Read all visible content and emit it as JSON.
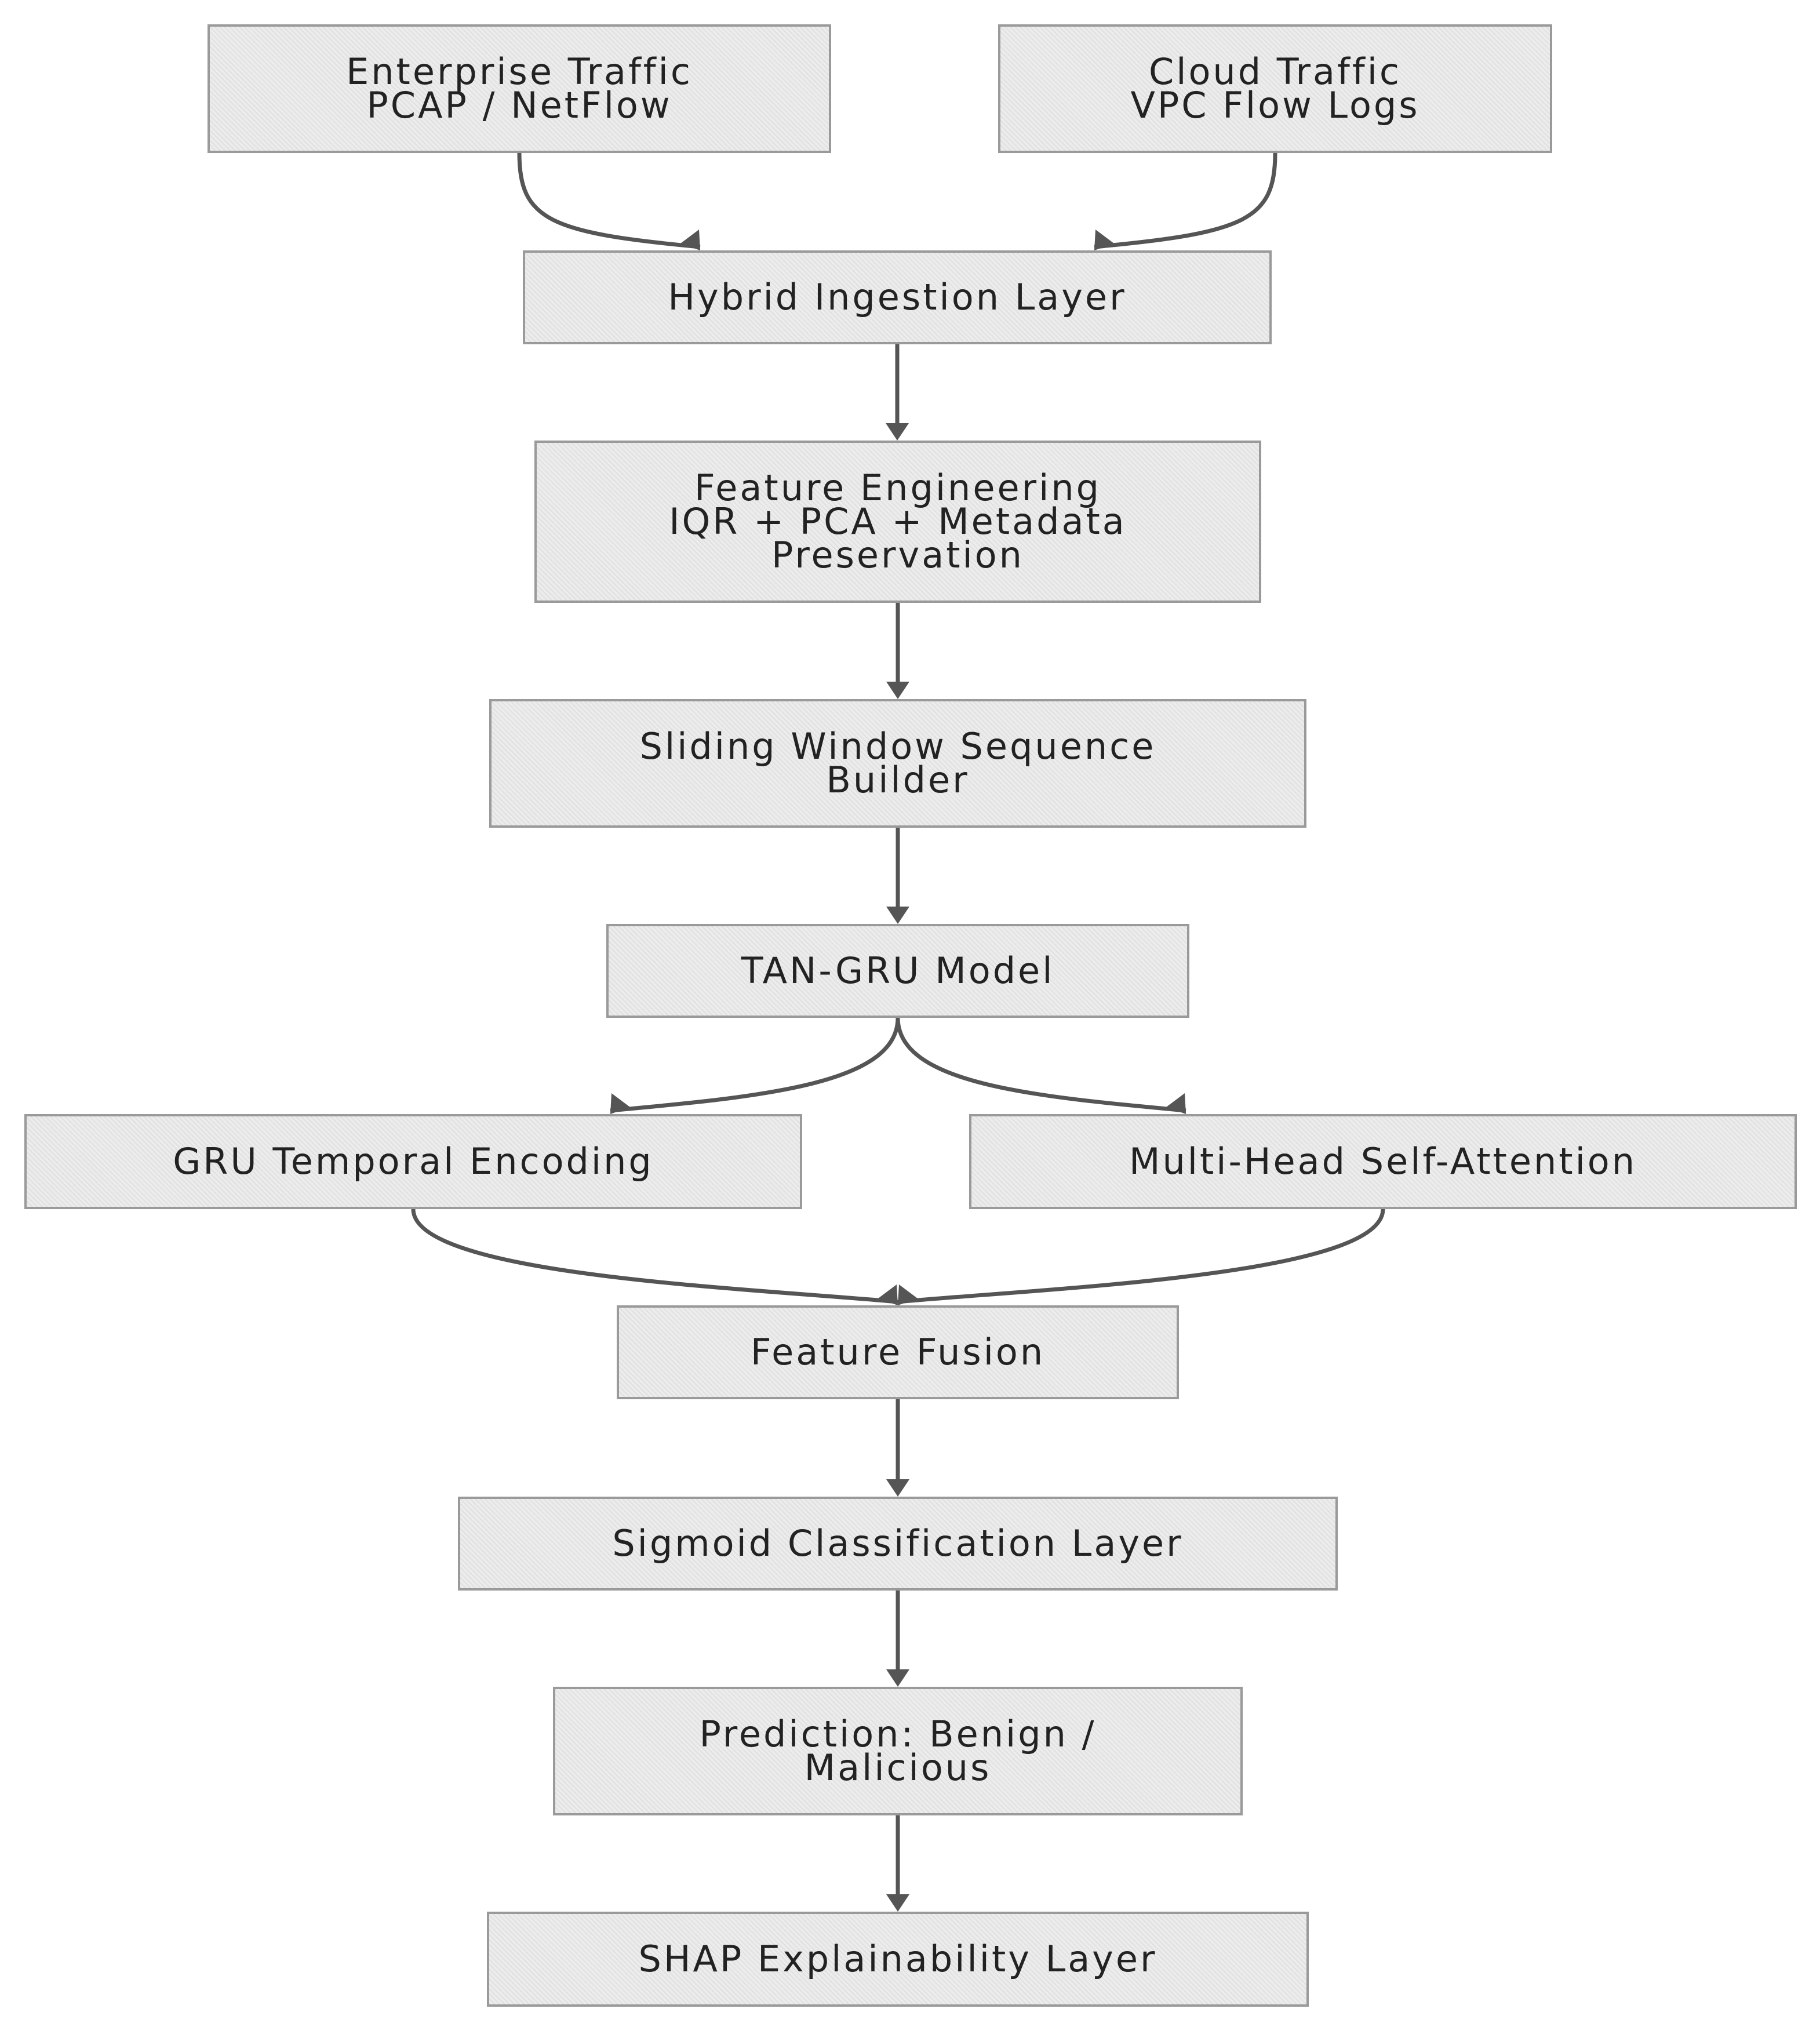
{
  "nodes": {
    "enterprise": {
      "lines": [
        "Enterprise Traffic",
        "PCAP / NetFlow"
      ]
    },
    "cloud": {
      "lines": [
        "Cloud Traffic",
        "VPC Flow Logs"
      ]
    },
    "ingestion": {
      "lines": [
        "Hybrid Ingestion Layer"
      ]
    },
    "feature_engineering": {
      "lines": [
        "Feature Engineering",
        "IQR + PCA + Metadata",
        "Preservation"
      ]
    },
    "sliding_window": {
      "lines": [
        "Sliding Window Sequence",
        "Builder"
      ]
    },
    "tan_gru": {
      "lines": [
        "TAN-GRU Model"
      ]
    },
    "gru_encoding": {
      "lines": [
        "GRU Temporal Encoding"
      ]
    },
    "attention": {
      "lines": [
        "Multi-Head Self-Attention"
      ]
    },
    "fusion": {
      "lines": [
        "Feature Fusion"
      ]
    },
    "sigmoid": {
      "lines": [
        "Sigmoid Classification Layer"
      ]
    },
    "prediction": {
      "lines": [
        "Prediction: Benign /",
        "Malicious"
      ]
    },
    "shap": {
      "lines": [
        "SHAP Explainability Layer"
      ]
    }
  },
  "edges": [
    {
      "from": "enterprise",
      "to": "ingestion"
    },
    {
      "from": "cloud",
      "to": "ingestion"
    },
    {
      "from": "ingestion",
      "to": "feature_engineering"
    },
    {
      "from": "feature_engineering",
      "to": "sliding_window"
    },
    {
      "from": "sliding_window",
      "to": "tan_gru"
    },
    {
      "from": "tan_gru",
      "to": "gru_encoding"
    },
    {
      "from": "tan_gru",
      "to": "attention"
    },
    {
      "from": "gru_encoding",
      "to": "fusion"
    },
    {
      "from": "attention",
      "to": "fusion"
    },
    {
      "from": "fusion",
      "to": "sigmoid"
    },
    {
      "from": "sigmoid",
      "to": "prediction"
    },
    {
      "from": "prediction",
      "to": "shap"
    }
  ]
}
